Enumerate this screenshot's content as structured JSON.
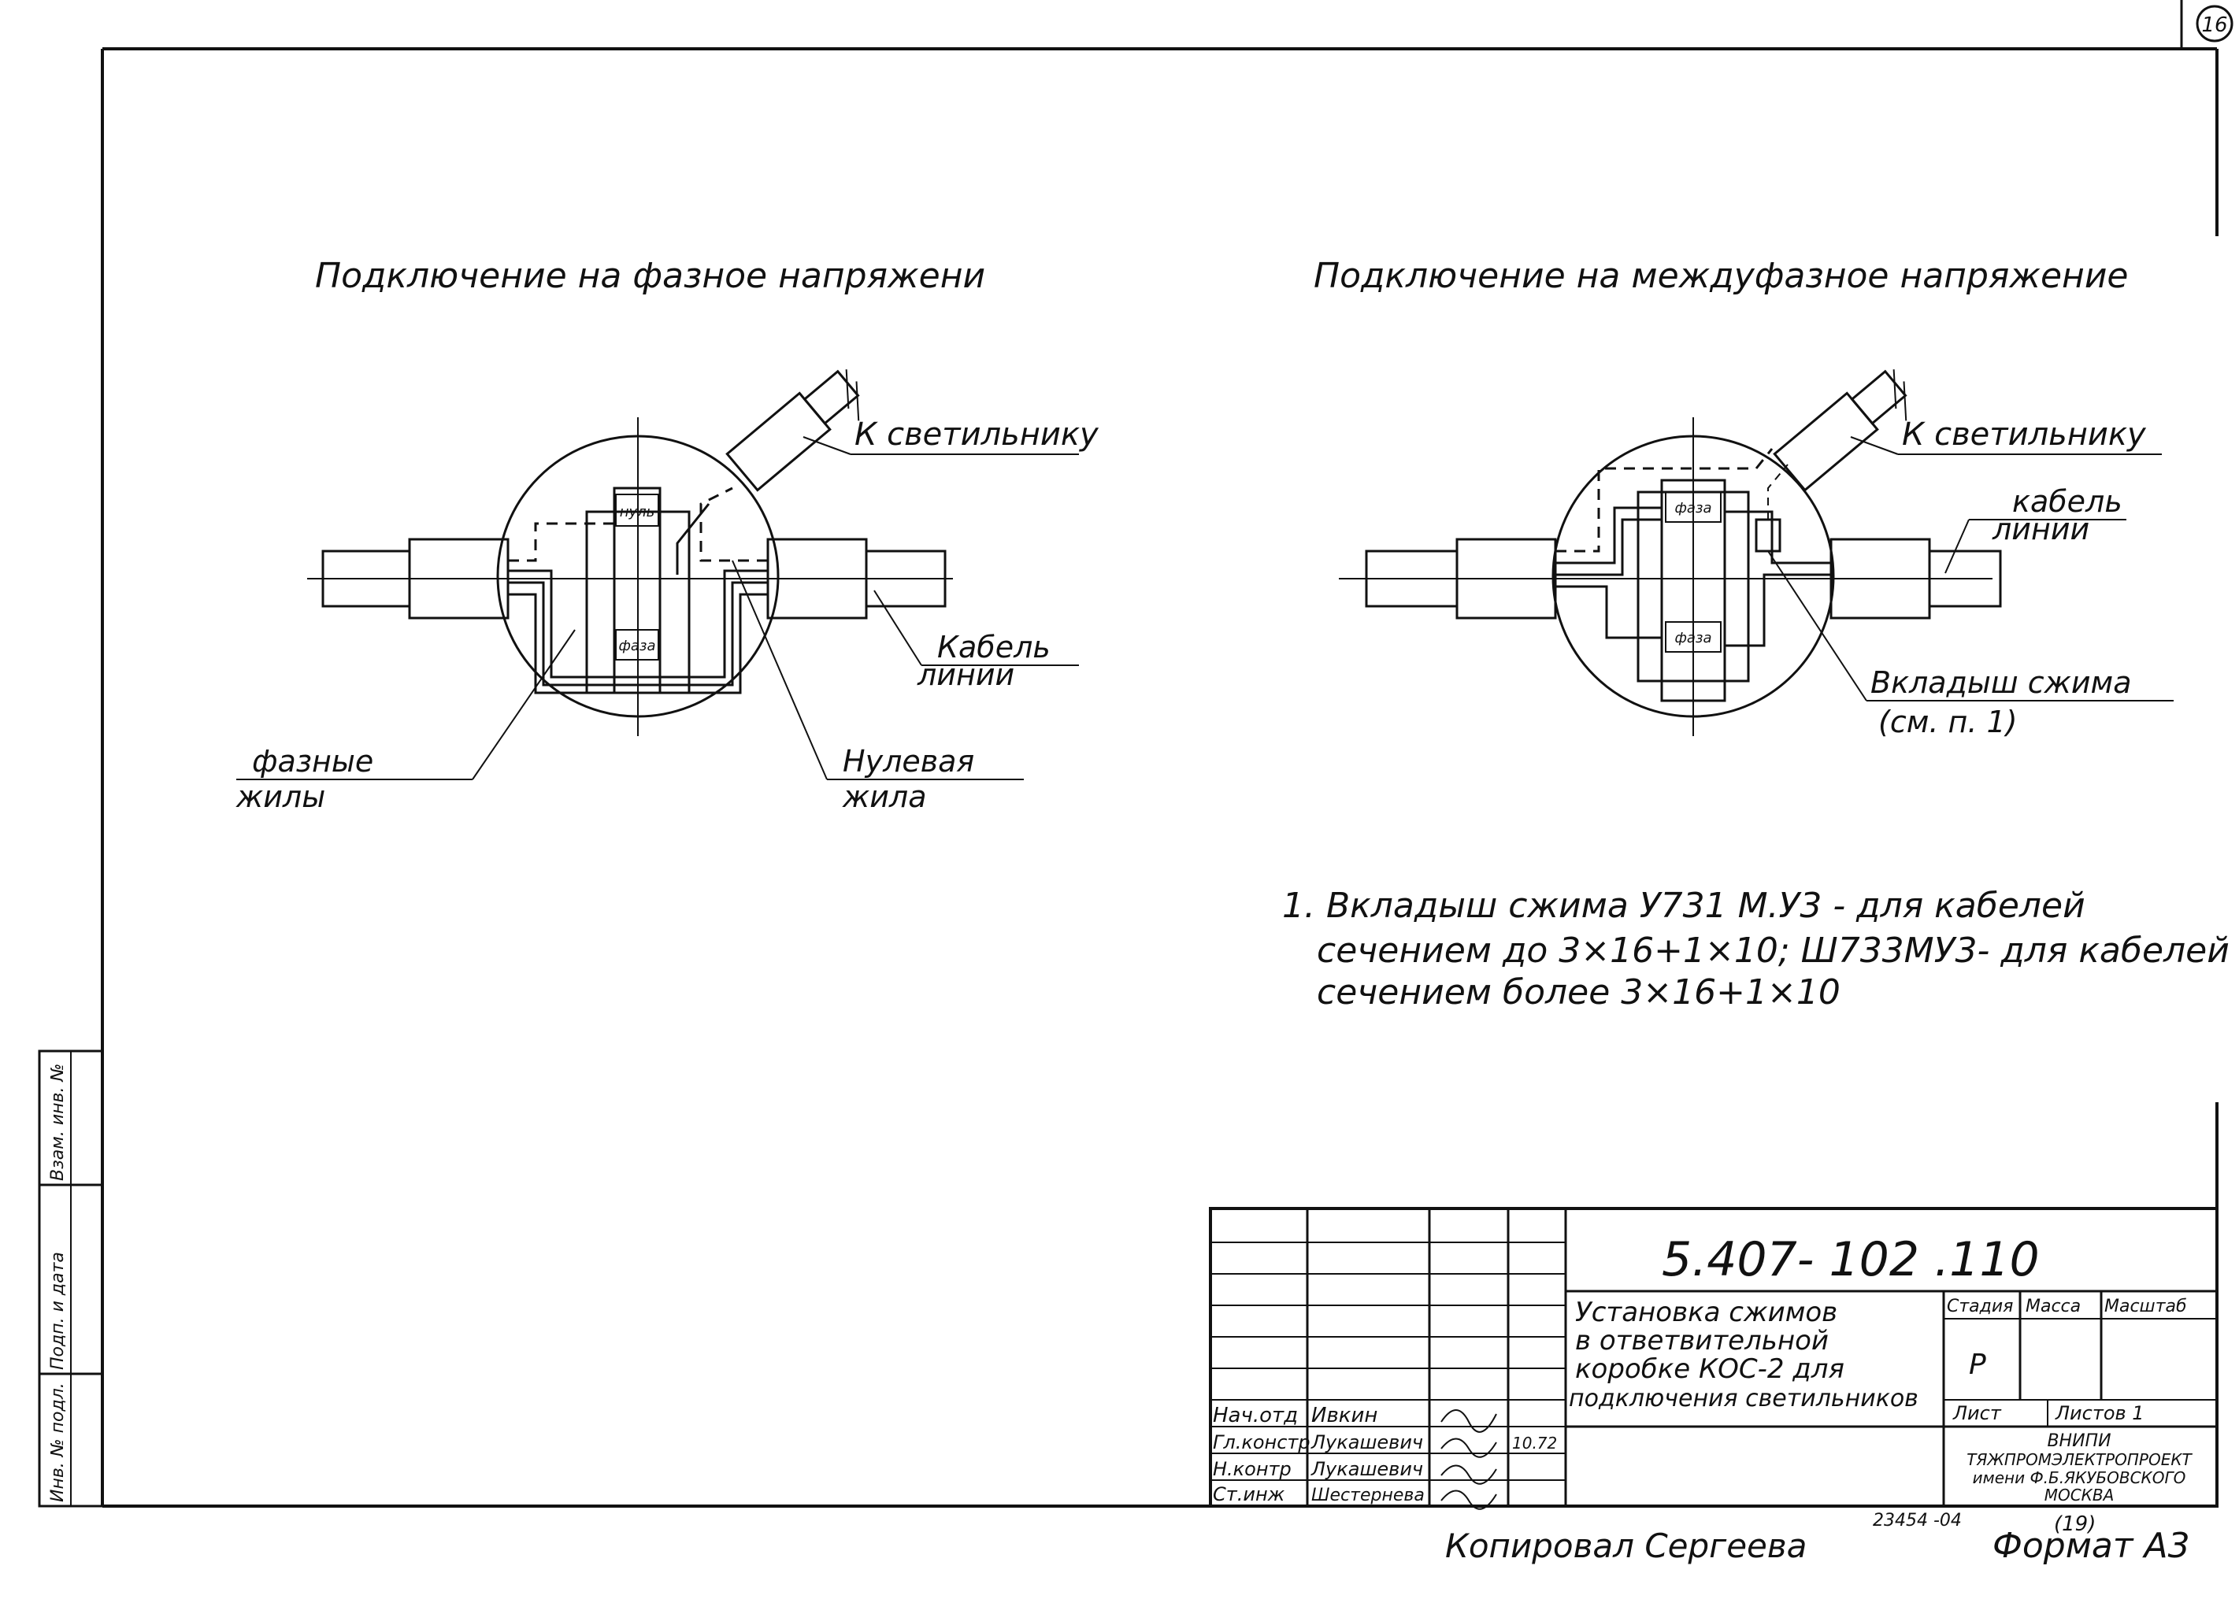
{
  "sheet_number": "16",
  "left_diagram": {
    "title": "Подключение на фазное напряжени",
    "label_to_luminaire": "К светильнику",
    "label_neutral_tag": "нуль",
    "label_phase_tag": "фаза",
    "label_line_cable_1": "Кабель",
    "label_line_cable_2": "линии",
    "label_phase_cores_1": "фазные",
    "label_phase_cores_2": "жилы",
    "label_neutral_core_1": "Нулевая",
    "label_neutral_core_2": "жила"
  },
  "right_diagram": {
    "title": "Подключение на междуфазное напряжение",
    "label_to_luminaire": "К светильнику",
    "label_line_cable_1": "кабель",
    "label_line_cable_2": "линии",
    "label_phase_tag_top": "фаза",
    "label_phase_tag_bottom": "фаза",
    "label_insert_1": "Вкладыш сжима",
    "label_insert_2": "(см. п. 1)"
  },
  "note": {
    "line1": "1. Вкладыш сжима У731 М.У3 - для кабелей",
    "line2": "сечением до 3×16+1×10; Ш733МУ3- для кабелей",
    "line3": "сечением более 3×16+1×10"
  },
  "side_stamp": {
    "cell1": "Взам. инв. №",
    "cell2": "Подп. и дата",
    "cell3": "Инв. № подл."
  },
  "title_block": {
    "doc_code": "5.407- 102 .110",
    "description_1": "Установка сжимов",
    "description_2": "в ответвительной",
    "description_3": "коробке КОС-2 для",
    "description_4": "подключения светильников",
    "col_stage": "Стадия",
    "col_mass": "Масса",
    "col_scale": "Масштаб",
    "stage_value": "Р",
    "col_sheet": "Лист",
    "col_sheets": "Листов 1",
    "org_1": "ВНИПИ",
    "org_2": "ТЯЖПРОМЭЛЕКТРОПРОЕКТ",
    "org_3": "имени Ф.Б.ЯКУБОВСКОГО",
    "org_4": "МОСКВА",
    "roles": [
      {
        "role": "Нач.отд",
        "name": "Ивкин",
        "date": ""
      },
      {
        "role": "Гл.констр",
        "name": "Лукашевич",
        "date": "10.72"
      },
      {
        "role": "Н.контр",
        "name": "Лукашевич",
        "date": ""
      },
      {
        "role": "Ст.инж",
        "name": "Шестернева",
        "date": ""
      }
    ]
  },
  "footer": {
    "copied_by": "Копировал Сергеева",
    "inventory": "23454 -04",
    "page_in_set": "(19)",
    "format": "Формат А3"
  }
}
